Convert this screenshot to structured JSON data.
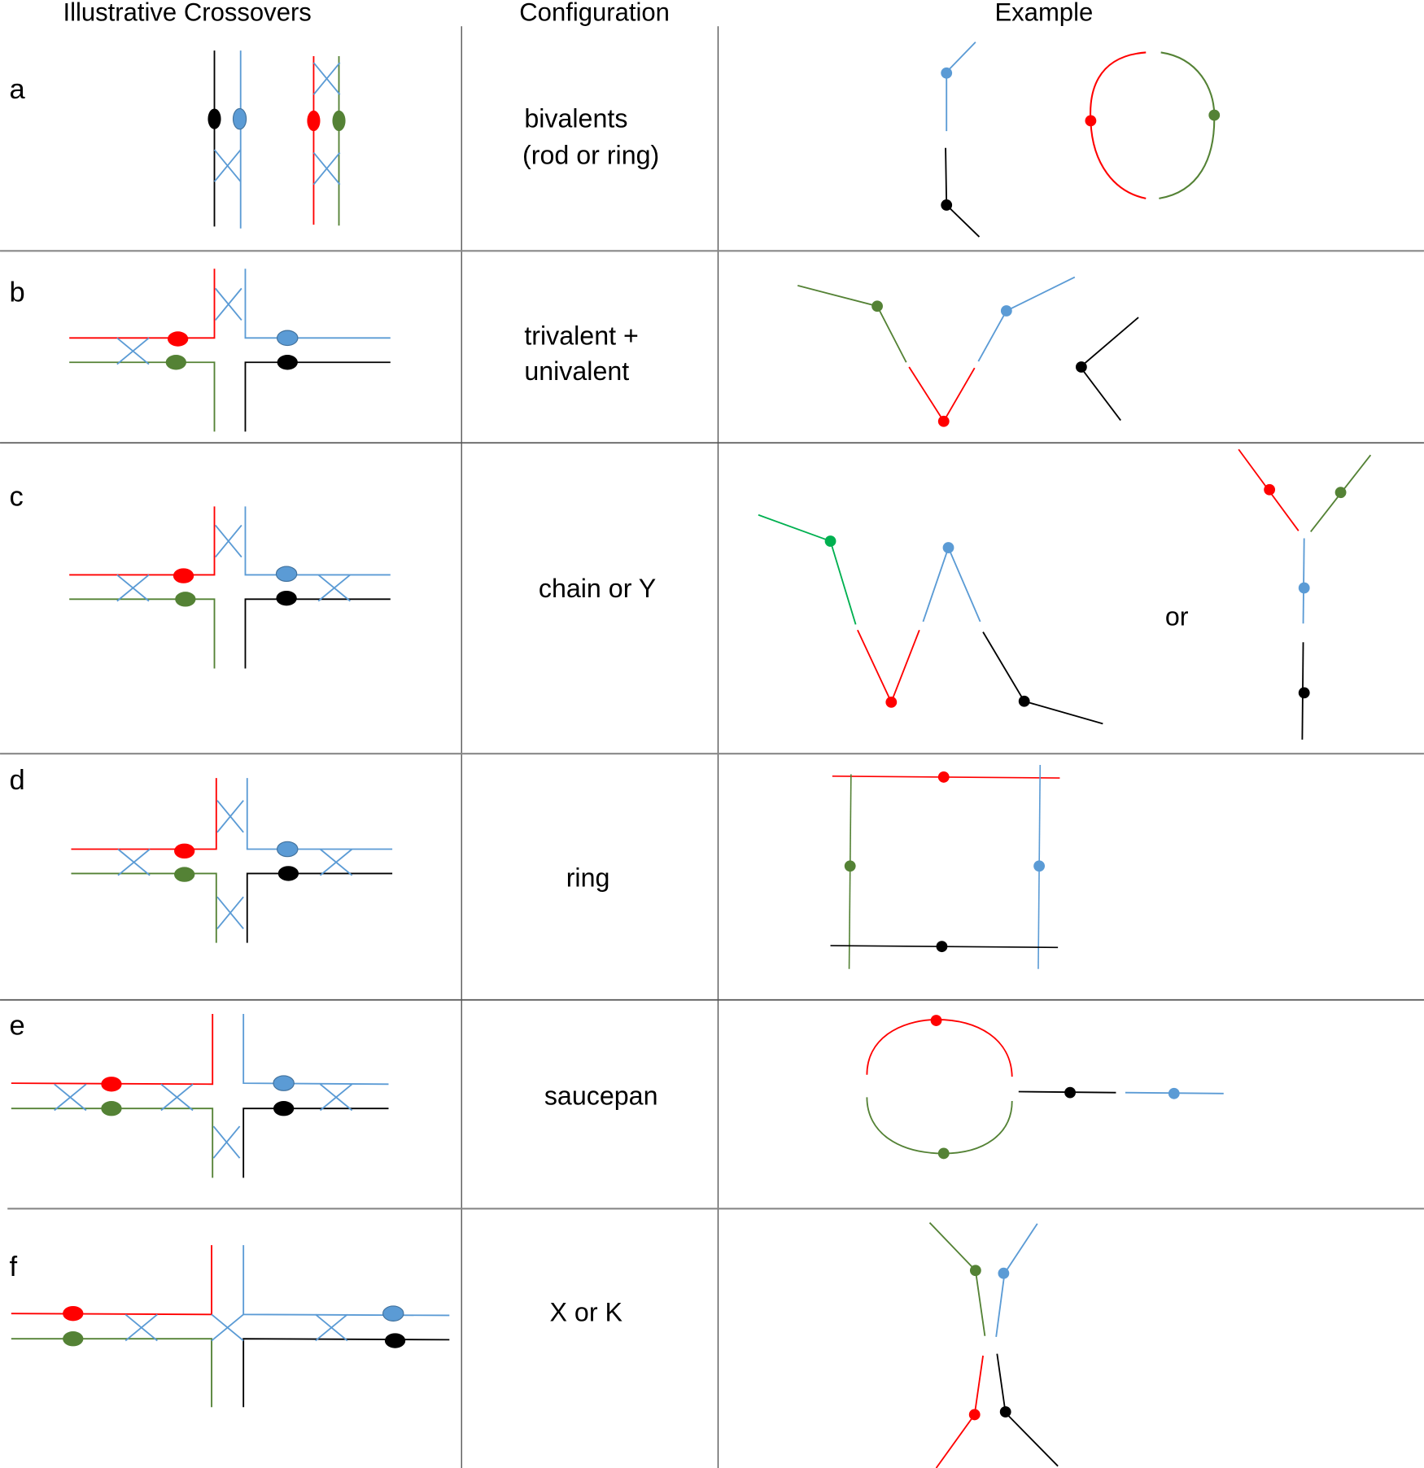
{
  "headers": {
    "col1": "Illustrative Crossovers",
    "col2": "Configuration",
    "col3": "Example"
  },
  "colors": {
    "red": "#ff0000",
    "green": "#548235",
    "blue": "#5b9bd5",
    "black": "#000000",
    "bright_green": "#00b050",
    "grid": "#808080"
  },
  "rows": [
    {
      "letter": "a",
      "config_lines": [
        "bivalents",
        "(rod or ring)"
      ]
    },
    {
      "letter": "b",
      "config_lines": [
        "trivalent +",
        "univalent"
      ]
    },
    {
      "letter": "c",
      "config_lines": [
        "chain or Y"
      ],
      "example_or": "or"
    },
    {
      "letter": "d",
      "config_lines": [
        "ring"
      ]
    },
    {
      "letter": "e",
      "config_lines": [
        "saucepan"
      ]
    },
    {
      "letter": "f",
      "config_lines": [
        "X or K"
      ]
    }
  ]
}
